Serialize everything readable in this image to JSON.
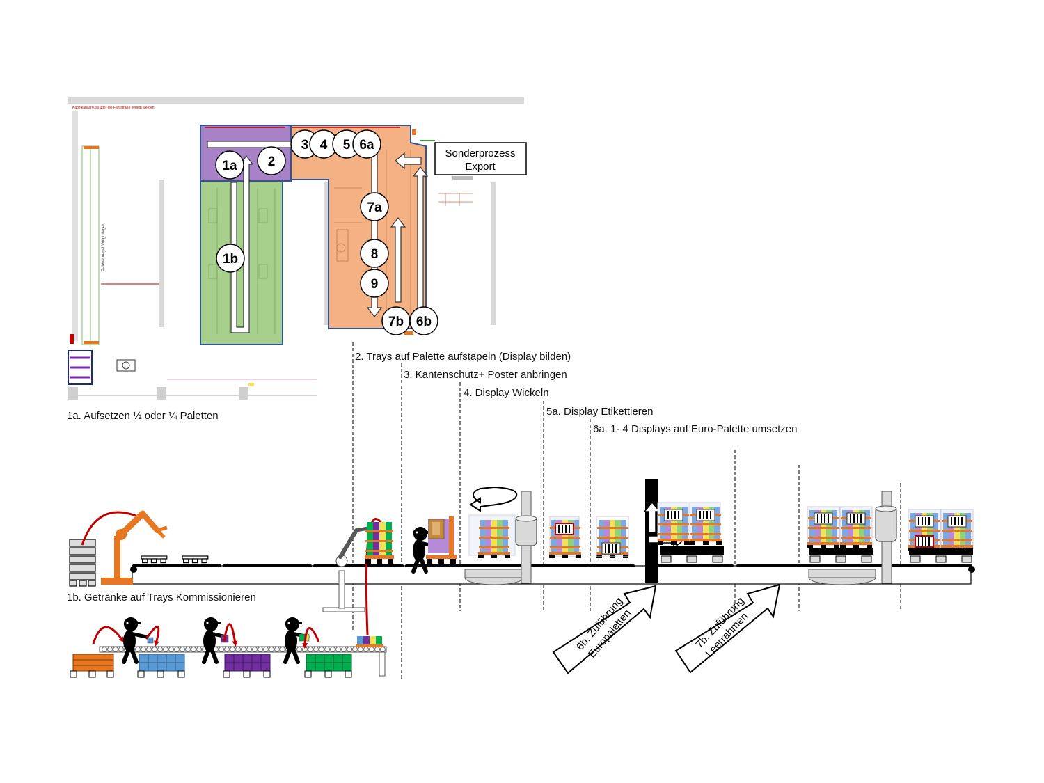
{
  "floorplan": {
    "top_note": "Kabelkanal muss über die Fahrstraße verlegt werden",
    "rack_note": "Palettenregal Vollgutlager",
    "stations": [
      "1a",
      "1b",
      "2",
      "3",
      "4",
      "5",
      "6a",
      "7a",
      "8",
      "9",
      "7b",
      "6b"
    ],
    "sonderprozess_line1": "Sonderprozess",
    "sonderprozess_line2": "Export"
  },
  "steps": {
    "s1a": "1a. Aufsetzen ½ oder ¼ Paletten",
    "s1b": "1b. Getränke auf Trays Kommissionieren",
    "s2": "2. Trays auf Palette aufstapeln (Display bilden)",
    "s3": "3. Kantenschutz+ Poster anbringen",
    "s4": "4. Display Wickeln",
    "s5a": "5a. Display Etikettieren",
    "s6a": "6a. 1- 4 Displays auf Euro-Palette umsetzen",
    "s6b_line1": "6b. Zuführung",
    "s6b_line2": "Europaletten",
    "s7b_line1": "7b. Zuführung",
    "s7b_line2": "Leerrahmen"
  },
  "colors": {
    "purple_zone": "#a782c7",
    "green_zone": "#a8d08d",
    "orange_zone": "#f4b183",
    "machine_orange": "#e87722",
    "arrow_red": "#c00000"
  }
}
